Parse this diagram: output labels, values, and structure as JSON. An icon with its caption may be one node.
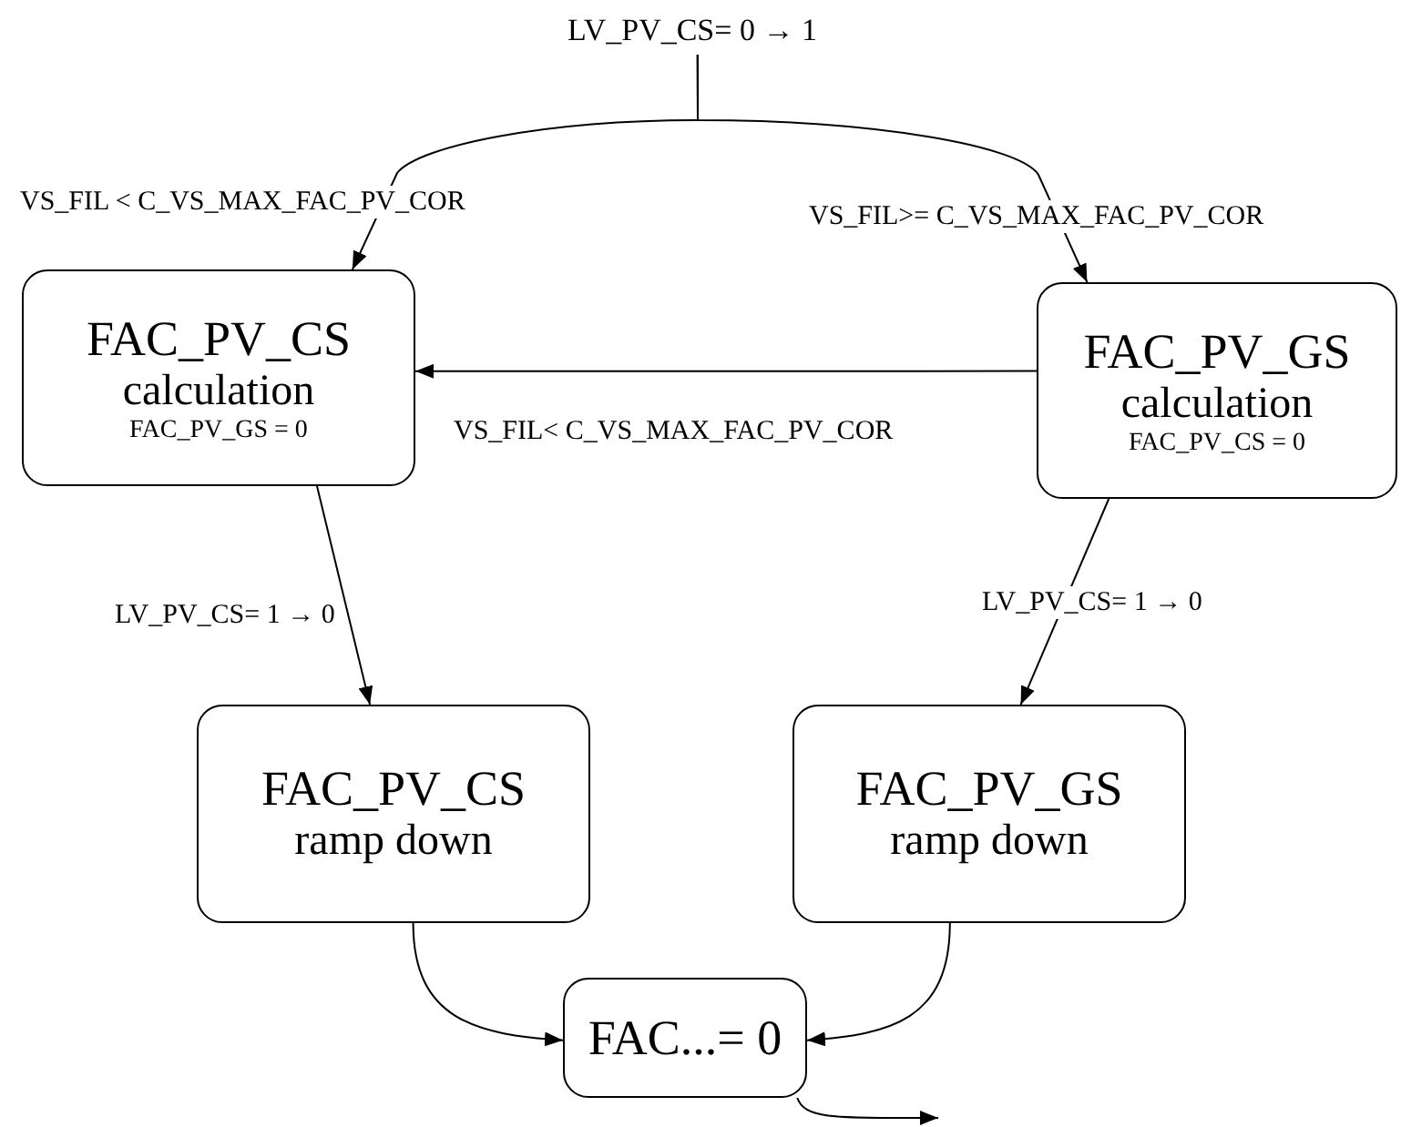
{
  "diagram": {
    "nodes": [
      {
        "text": [
          "LV_PV_CS= 0 → 1"
        ]
      },
      {
        "text": [
          "FAC_PV_CS",
          "calculation",
          "FAC_PV_GS = 0"
        ]
      },
      {
        "text": [
          "FAC_PV_GS",
          "calculation",
          "FAC_PV_CS = 0"
        ]
      },
      {
        "text": [
          "FAC_PV_CS",
          "ramp down"
        ]
      },
      {
        "text": [
          "FAC_PV_GS",
          "ramp down"
        ]
      },
      {
        "text": [
          "FAC...= 0"
        ]
      }
    ],
    "edges": [
      {
        "from": 0,
        "to": 1,
        "arrow": "to",
        "label": "VS_FIL < C_VS_MAX_FAC_PV_COR"
      },
      {
        "from": 0,
        "to": 2,
        "arrow": "to",
        "label": "VS_FIL>= C_VS_MAX_FAC_PV_COR"
      },
      {
        "from": 2,
        "to": 1,
        "arrow": "to",
        "label": "VS_FIL< C_VS_MAX_FAC_PV_COR"
      },
      {
        "from": 1,
        "to": 3,
        "arrow": "to",
        "label": "LV_PV_CS= 1 → 0"
      },
      {
        "from": 2,
        "to": 4,
        "arrow": "to",
        "label": "LV_PV_CS= 1 → 0"
      },
      {
        "from": 3,
        "to": 5,
        "arrow": "to"
      },
      {
        "from": 4,
        "to": 5,
        "arrow": "to"
      },
      {
        "from": 5,
        "to": null,
        "arrow": "to"
      }
    ]
  }
}
